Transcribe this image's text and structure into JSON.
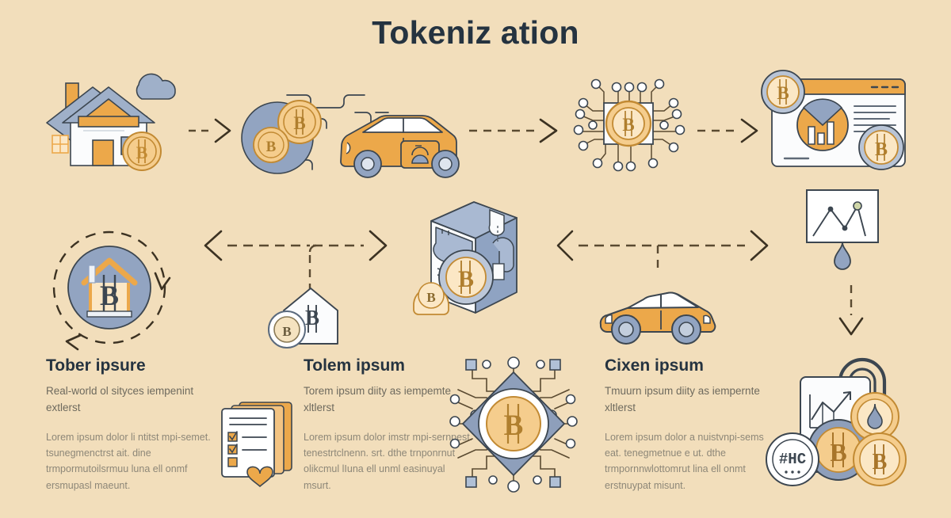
{
  "page": {
    "title": "Tokeniz ation",
    "background_color": "#f2debb",
    "title_color": "#253340",
    "accent_orange": "#eca84a",
    "accent_blue_gray": "#8b9dbb",
    "line_color": "#3c4650",
    "arrow_color": "#5a4a31"
  },
  "columns": [
    {
      "heading": "Tober ipsure",
      "subtitle": "Real-world ol sityces iempenint extlerst",
      "body": "Lorem ipsum dolor li ntitst mpi-semet. tsunegmenctrst ait. dine trmpormutoilsrmuu luna ell onmf ersmupasl maeunt.",
      "icon": "checklist-document-icon"
    },
    {
      "heading": "Tolem ipsum",
      "subtitle": "Torem ipsum diity as iempemte xltlerst",
      "body": "Lorem ipsum dolor imstr mpi-sernpest. tenestrtclnenn. srt. dthe trnponrnut olikcmul lIuna ell unml easinuyal msurt.",
      "icon": "circuit-diamond-bitcoin-icon"
    },
    {
      "heading": "Cixen ipsum",
      "subtitle": "Tmuurn ipsum diity as iempernte xltlerst",
      "body": "Lorem ipsum dolor a nuistvnpi-sems eat. tenegmetnue e ut. dthe trmpornnwlottomrut lina ell onmt erstnuypat misunt.",
      "icon": "padlock-chart-coins-icon"
    }
  ],
  "flow": {
    "row1": [
      {
        "name": "house-property-bitcoin-icon",
        "label": "House with bitcoin coin and cloud"
      },
      {
        "name": "car-coins-icon",
        "label": "Car with bitcoin coins"
      },
      {
        "name": "chip-bitcoin-icon",
        "label": "Microchip with bitcoin"
      },
      {
        "name": "dashboard-window-bitcoin-icon",
        "label": "Browser dashboard with charts and bitcoin coins"
      }
    ],
    "row2": [
      {
        "name": "house-token-circle-icon",
        "label": "Circular house token with rotation arrows"
      },
      {
        "name": "small-house-coin-icon",
        "label": "Small house with bitcoin coin"
      },
      {
        "name": "vault-safe-bitcoin-icon",
        "label": "Safe vault holding bitcoin coins"
      },
      {
        "name": "car-orange-icon",
        "label": "Orange car"
      },
      {
        "name": "chart-card-drop-icon",
        "label": "Line chart card with liquidity drop"
      }
    ],
    "arrows": [
      {
        "name": "arrow-house-to-car",
        "direction": "right"
      },
      {
        "name": "arrow-car-to-chip",
        "direction": "right"
      },
      {
        "name": "arrow-chip-to-dashboard",
        "direction": "right"
      },
      {
        "name": "arrow-dashboard-to-chart",
        "direction": "down"
      },
      {
        "name": "arrow-chart-to-vault",
        "direction": "left"
      },
      {
        "name": "arrow-vault-to-house-token",
        "direction": "left"
      }
    ]
  }
}
